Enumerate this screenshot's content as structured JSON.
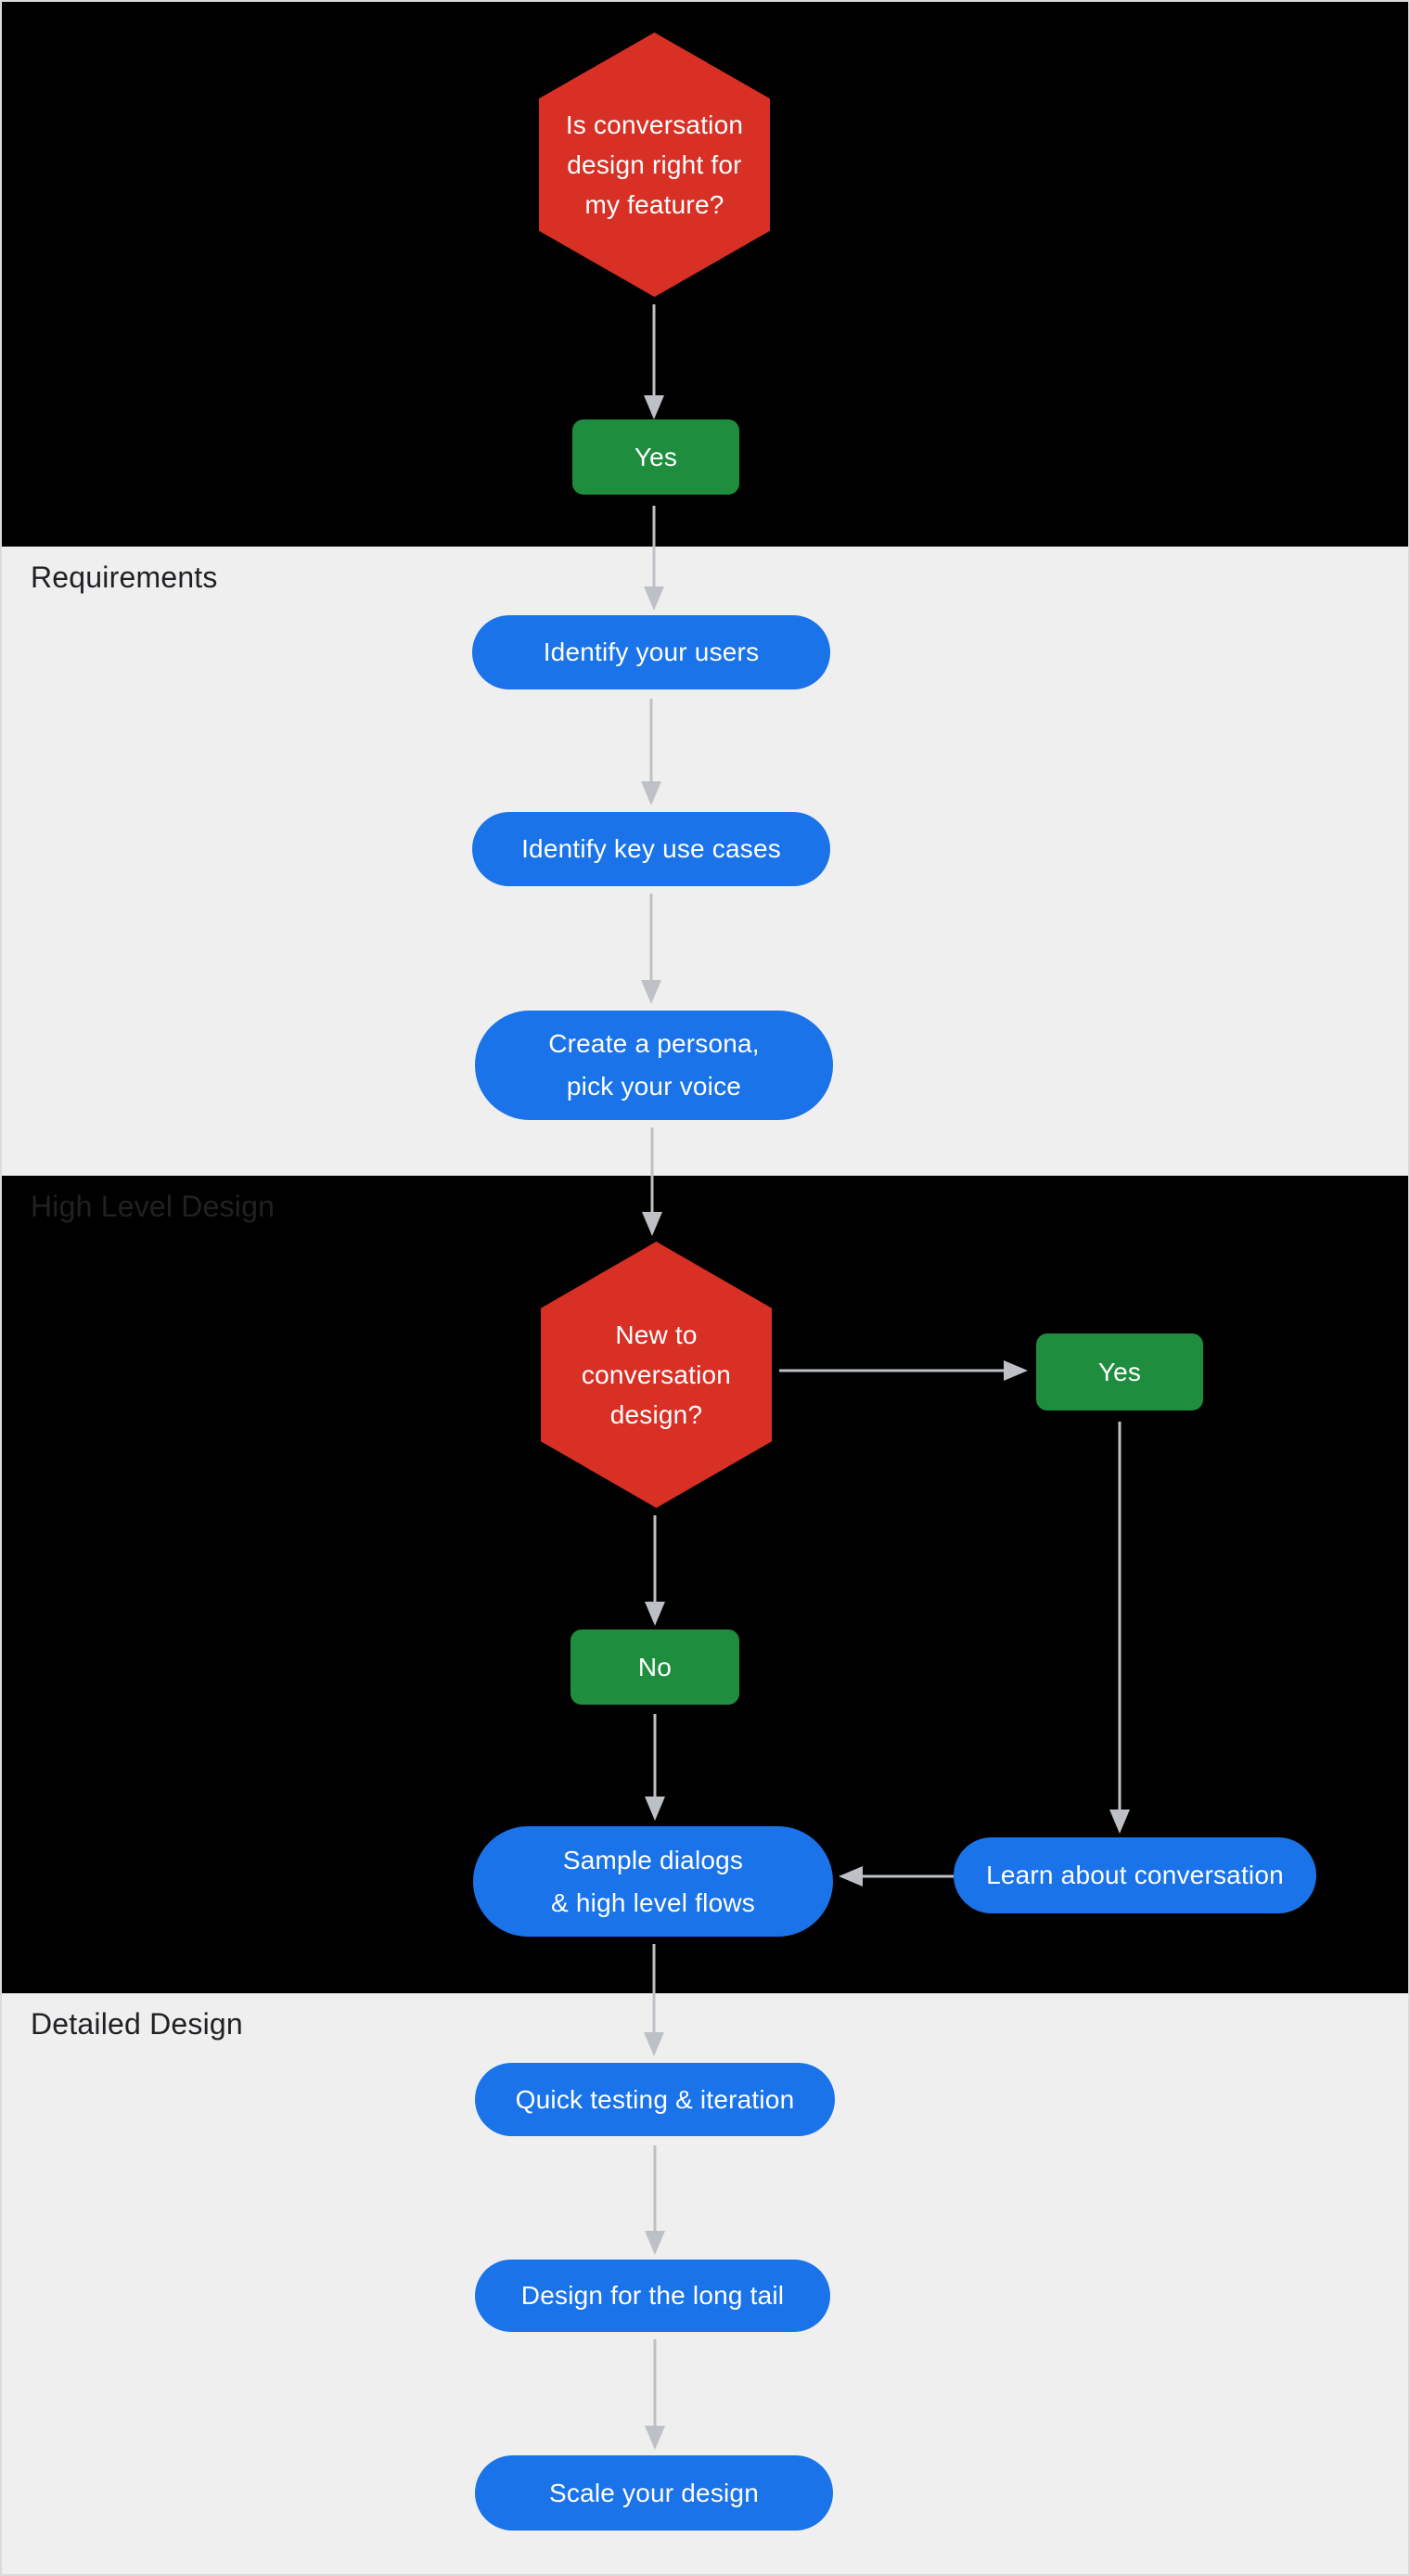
{
  "sections": {
    "intro": {
      "label": ""
    },
    "requirements": {
      "label": "Requirements"
    },
    "high_level_design": {
      "label": "High Level Design"
    },
    "detailed_design": {
      "label": "Detailed Design"
    }
  },
  "nodes": {
    "question_fit": {
      "label": "Is conversation\ndesign right for\nmy feature?",
      "type": "decision"
    },
    "answer_fit_yes": {
      "label": "Yes",
      "type": "answer"
    },
    "identify_users": {
      "label": "Identify your users",
      "type": "step"
    },
    "identify_use_cases": {
      "label": "Identify key use cases",
      "type": "step"
    },
    "create_persona": {
      "label": "Create a persona,\npick your voice",
      "type": "step"
    },
    "question_new": {
      "label": "New to\nconversation\ndesign?",
      "type": "decision"
    },
    "answer_new_yes": {
      "label": "Yes",
      "type": "answer"
    },
    "answer_new_no": {
      "label": "No",
      "type": "answer"
    },
    "sample_dialogs": {
      "label": "Sample dialogs\n& high level flows",
      "type": "step"
    },
    "learn_conversation": {
      "label": "Learn about conversation",
      "type": "step"
    },
    "quick_testing": {
      "label": "Quick testing & iteration",
      "type": "step"
    },
    "long_tail": {
      "label": "Design for the long tail",
      "type": "step"
    },
    "scale_design": {
      "label": "Scale your design",
      "type": "step"
    }
  },
  "colors": {
    "decision_red": "#d93025",
    "answer_green": "#1e8e3e",
    "step_blue": "#1a73e8",
    "arrow_gray": "#bdc1c6",
    "section_dark": "#000000",
    "section_light": "#efeff0",
    "label_text": "#202124",
    "node_text": "#ffffff"
  }
}
